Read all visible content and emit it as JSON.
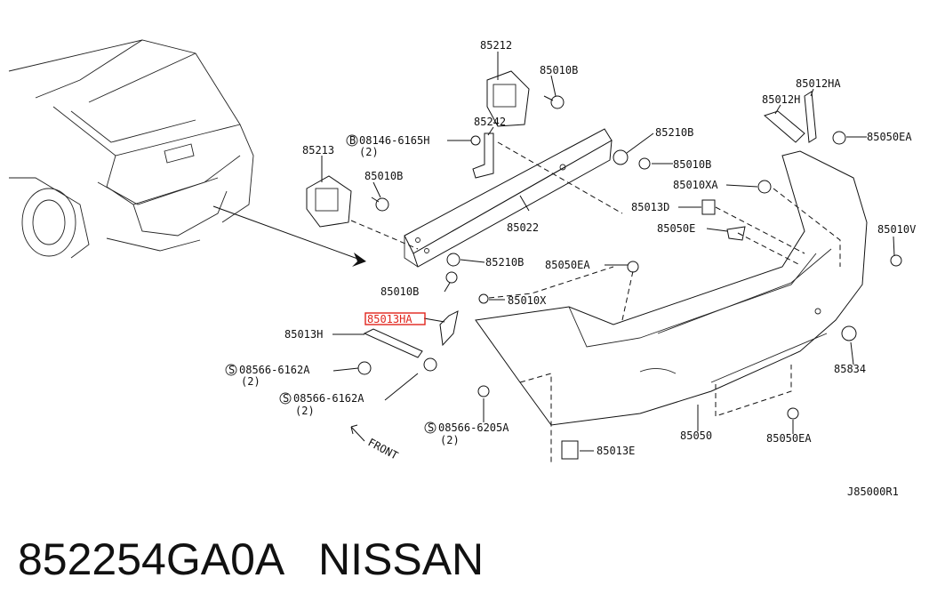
{
  "diagram": {
    "drawing_id": "J85000R1",
    "part_number": "852254GA0A",
    "brand": "NISSAN",
    "front_label": "FRONT",
    "highlighted_part": "85013HA",
    "callouts": {
      "c85212": "85212",
      "c85010B_top": "85010B",
      "c85242": "85242",
      "c08146": "08146-6165H",
      "c08146_qty": "(2)",
      "c85213": "85213",
      "c85010B_left": "85010B",
      "c85210B_top": "85210B",
      "c85010B_mid": "85010B",
      "c85022": "85022",
      "c85210B_low": "85210B",
      "c85010B_low": "85010B",
      "c85012HA": "85012HA",
      "c85012H": "85012H",
      "c85050EA_top": "85050EA",
      "c85010XA": "85010XA",
      "c85013D": "85013D",
      "c85050E": "85050E",
      "c85010V": "85010V",
      "c85050EA_mid": "85050EA",
      "c85010X": "85010X",
      "c85013HA": "85013HA",
      "c85013H": "85013H",
      "c08566_6162A_a": "08566-6162A",
      "c08566_6162A_a_qty": "(2)",
      "c08566_6162A_b": "08566-6162A",
      "c08566_6162A_b_qty": "(2)",
      "c08566_6205A": "08566-6205A",
      "c08566_6205A_qty": "(2)",
      "c85050": "85050",
      "c85834": "85834",
      "c85050EA_low": "85050EA",
      "c85013E": "85013E"
    }
  }
}
